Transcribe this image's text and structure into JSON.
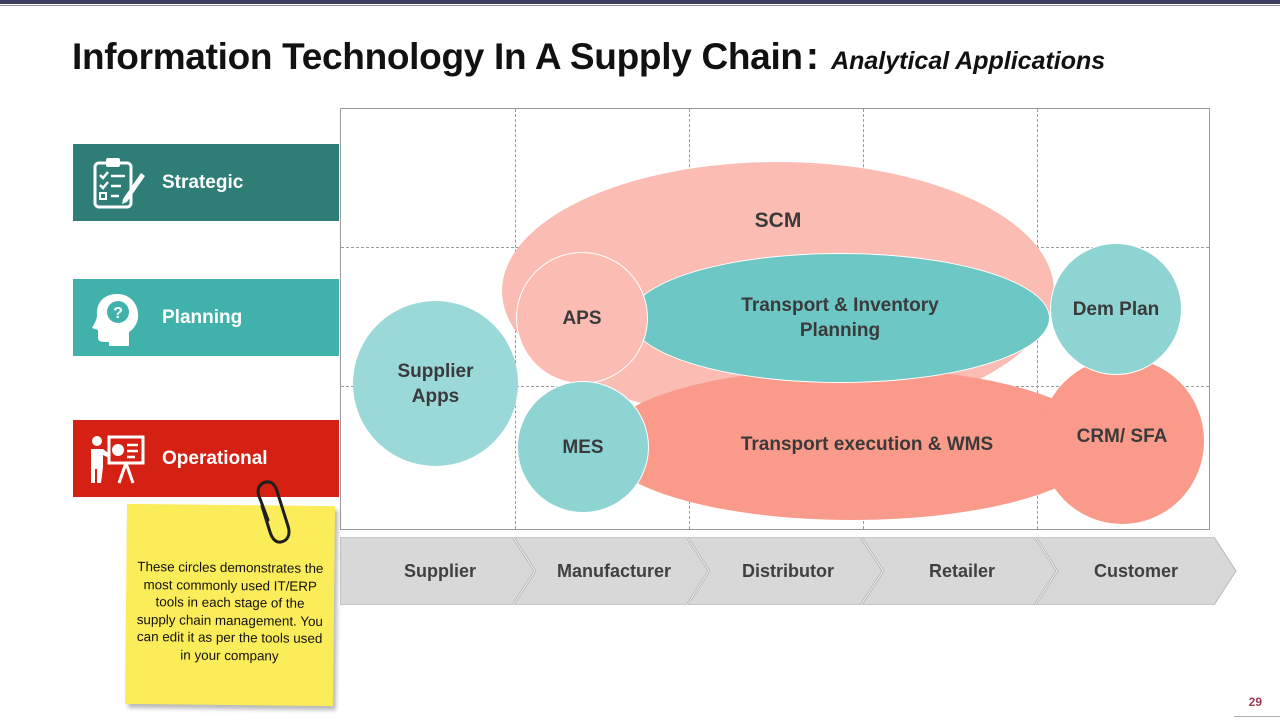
{
  "slide": {
    "title": "Information Technology In A Supply Chain",
    "subtitle": "Analytical Applications",
    "page_number": "29"
  },
  "levels": [
    {
      "label": "Strategic",
      "icon": "checklist-pencil-icon",
      "color": "#2e7d77"
    },
    {
      "label": "Planning",
      "icon": "head-question-icon",
      "color": "#41b2ab"
    },
    {
      "label": "Operational",
      "icon": "presenter-chart-icon",
      "color": "#d42114"
    }
  ],
  "diagram": {
    "scm": "SCM",
    "aps": "APS",
    "transport_inventory": "Transport & Inventory Planning",
    "supplier_apps": "Supplier Apps",
    "mes": "MES",
    "transport_execution": "Transport execution & WMS",
    "dem_plan": "Dem Plan",
    "crm_sfa": "CRM/ SFA",
    "colors": {
      "scm": "#fbbcb3",
      "teal_dark": "#6dc7c4",
      "teal_light": "#8dd4d3",
      "supplier": "#9bd8d8",
      "salmon": "#fa9a8a"
    }
  },
  "stages": [
    "Supplier",
    "Manufacturer",
    "Distributor",
    "Retailer",
    "Customer"
  ],
  "note": {
    "text": "These circles demonstrates the most commonly used IT/ERP tools in each stage of the supply chain management. You  can edit it as per the tools used in your company",
    "color": "#fbec5a"
  }
}
